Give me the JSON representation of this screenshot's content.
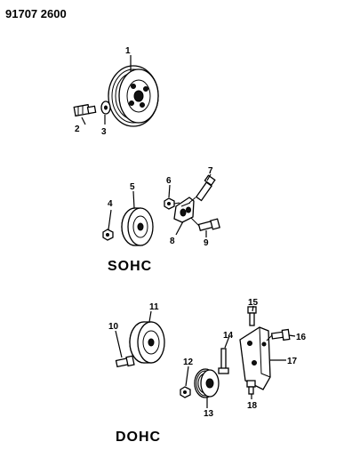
{
  "header": {
    "code": "91707 2600"
  },
  "sections": {
    "sohc": "SOHC",
    "dohc": "DOHC"
  },
  "callouts": {
    "c1": "1",
    "c2": "2",
    "c3": "3",
    "c4": "4",
    "c5": "5",
    "c6": "6",
    "c7": "7",
    "c8": "8",
    "c9": "9",
    "c10": "10",
    "c11": "11",
    "c12": "12",
    "c13": "13",
    "c14": "14",
    "c15": "15",
    "c16": "16",
    "c17": "17",
    "c18": "18"
  }
}
